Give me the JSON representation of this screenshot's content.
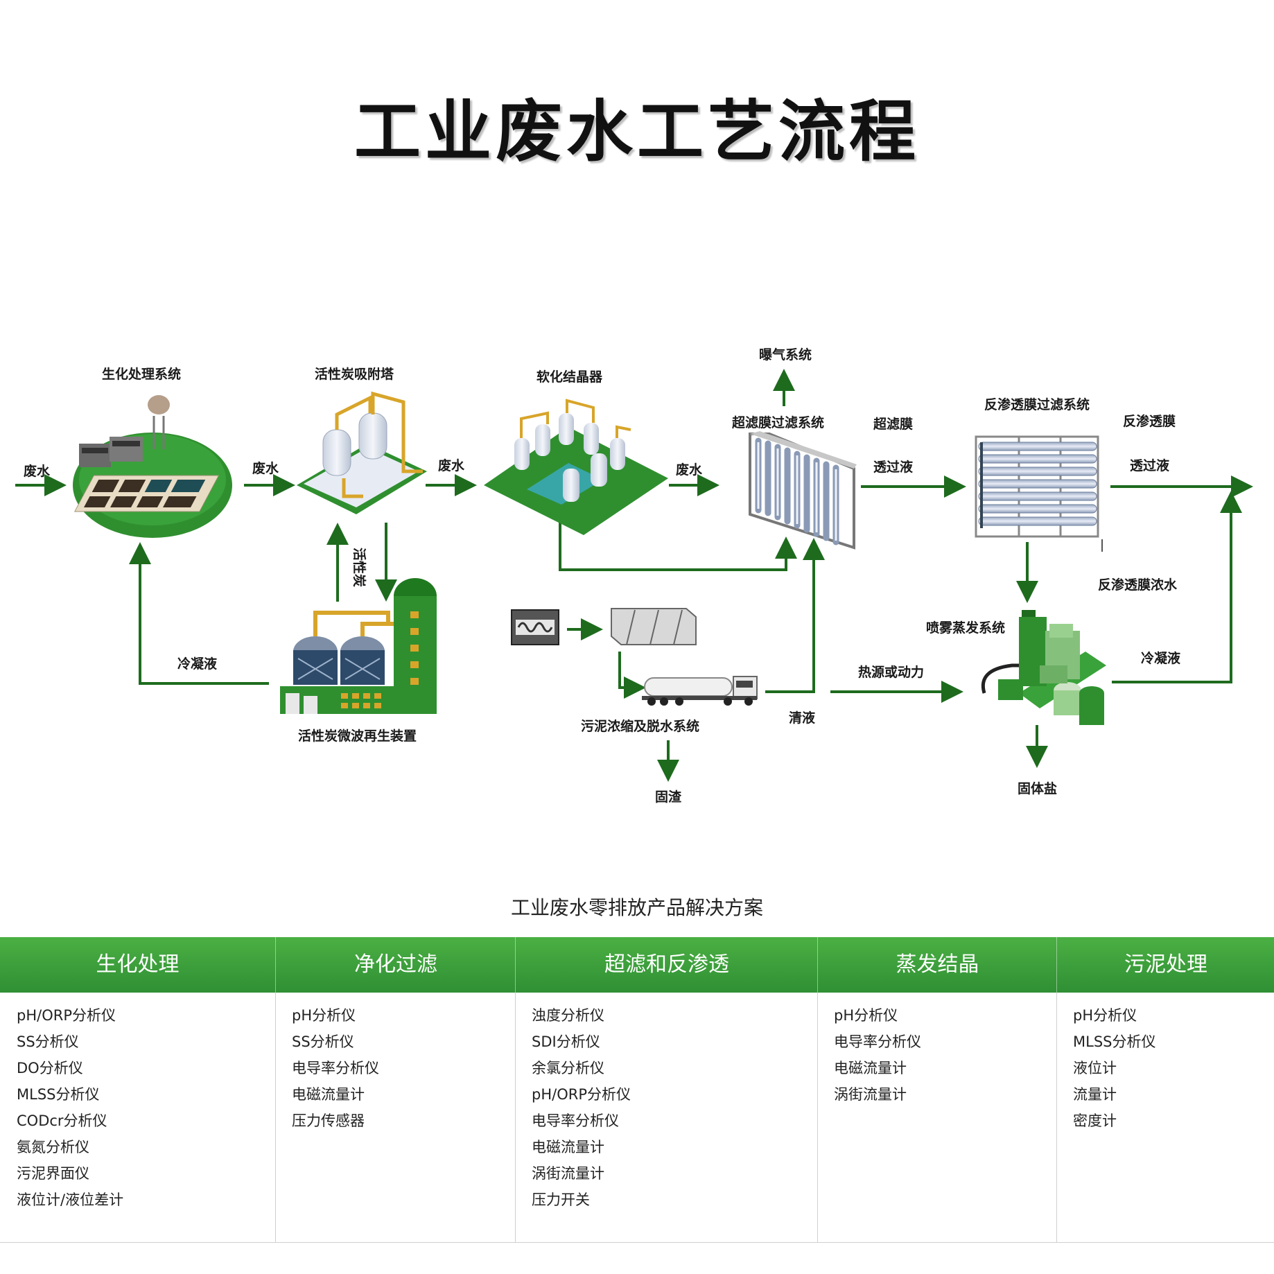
{
  "title": "工业废水工艺流程",
  "labels": {
    "feed_in": "废水",
    "bio_system": "生化处理系统",
    "water_1": "废水",
    "carbon_tower": "活性炭吸附塔",
    "water_2": "废水",
    "softener": "软化结晶器",
    "water_3": "废水",
    "aeration": "曝气系统",
    "uf_system": "超滤膜过滤系统",
    "uf_membrane": "超滤膜",
    "uf_permeate": "透过液",
    "ro_system": "反渗透膜过滤系统",
    "ro_membrane": "反渗透膜",
    "ro_permeate": "透过液",
    "activated_carbon": "活性炭",
    "condensate_left": "冷凝液",
    "regen_device": "活性炭微波再生装置",
    "sludge_system": "污泥浓缩及脱水系统",
    "solid_residue": "固渣",
    "clear_liquid": "清液",
    "heat_power": "热源或动力",
    "ro_concentrate": "反渗透膜浓水",
    "spray_system": "喷雾蒸发系统",
    "condensate_right": "冷凝液",
    "solid_salt": "固体盐"
  },
  "solutions": {
    "heading": "工业废水零排放产品解决方案",
    "columns": [
      {
        "title": "生化处理",
        "items": [
          "pH/ORP分析仪",
          "SS分析仪",
          "DO分析仪",
          "MLSS分析仪",
          "CODcr分析仪",
          "氨氮分析仪",
          "污泥界面仪",
          "液位计/液位差计"
        ]
      },
      {
        "title": "净化过滤",
        "items": [
          "pH分析仪",
          "SS分析仪",
          "电导率分析仪",
          "电磁流量计",
          "压力传感器"
        ]
      },
      {
        "title": "超滤和反渗透",
        "items": [
          "浊度分析仪",
          "SDI分析仪",
          "余氯分析仪",
          "pH/ORP分析仪",
          "电导率分析仪",
          "电磁流量计",
          "涡街流量计",
          "压力开关"
        ]
      },
      {
        "title": "蒸发结晶",
        "items": [
          "pH分析仪",
          "电导率分析仪",
          "电磁流量计",
          "涡街流量计"
        ]
      },
      {
        "title": "污泥处理",
        "items": [
          "pH分析仪",
          "MLSS分析仪",
          "液位计",
          "流量计",
          "密度计"
        ]
      }
    ]
  },
  "colors": {
    "flow_green": "#1e6b1e",
    "header_green": "#3fa33c",
    "equipment_green": "#2f8f2f"
  }
}
